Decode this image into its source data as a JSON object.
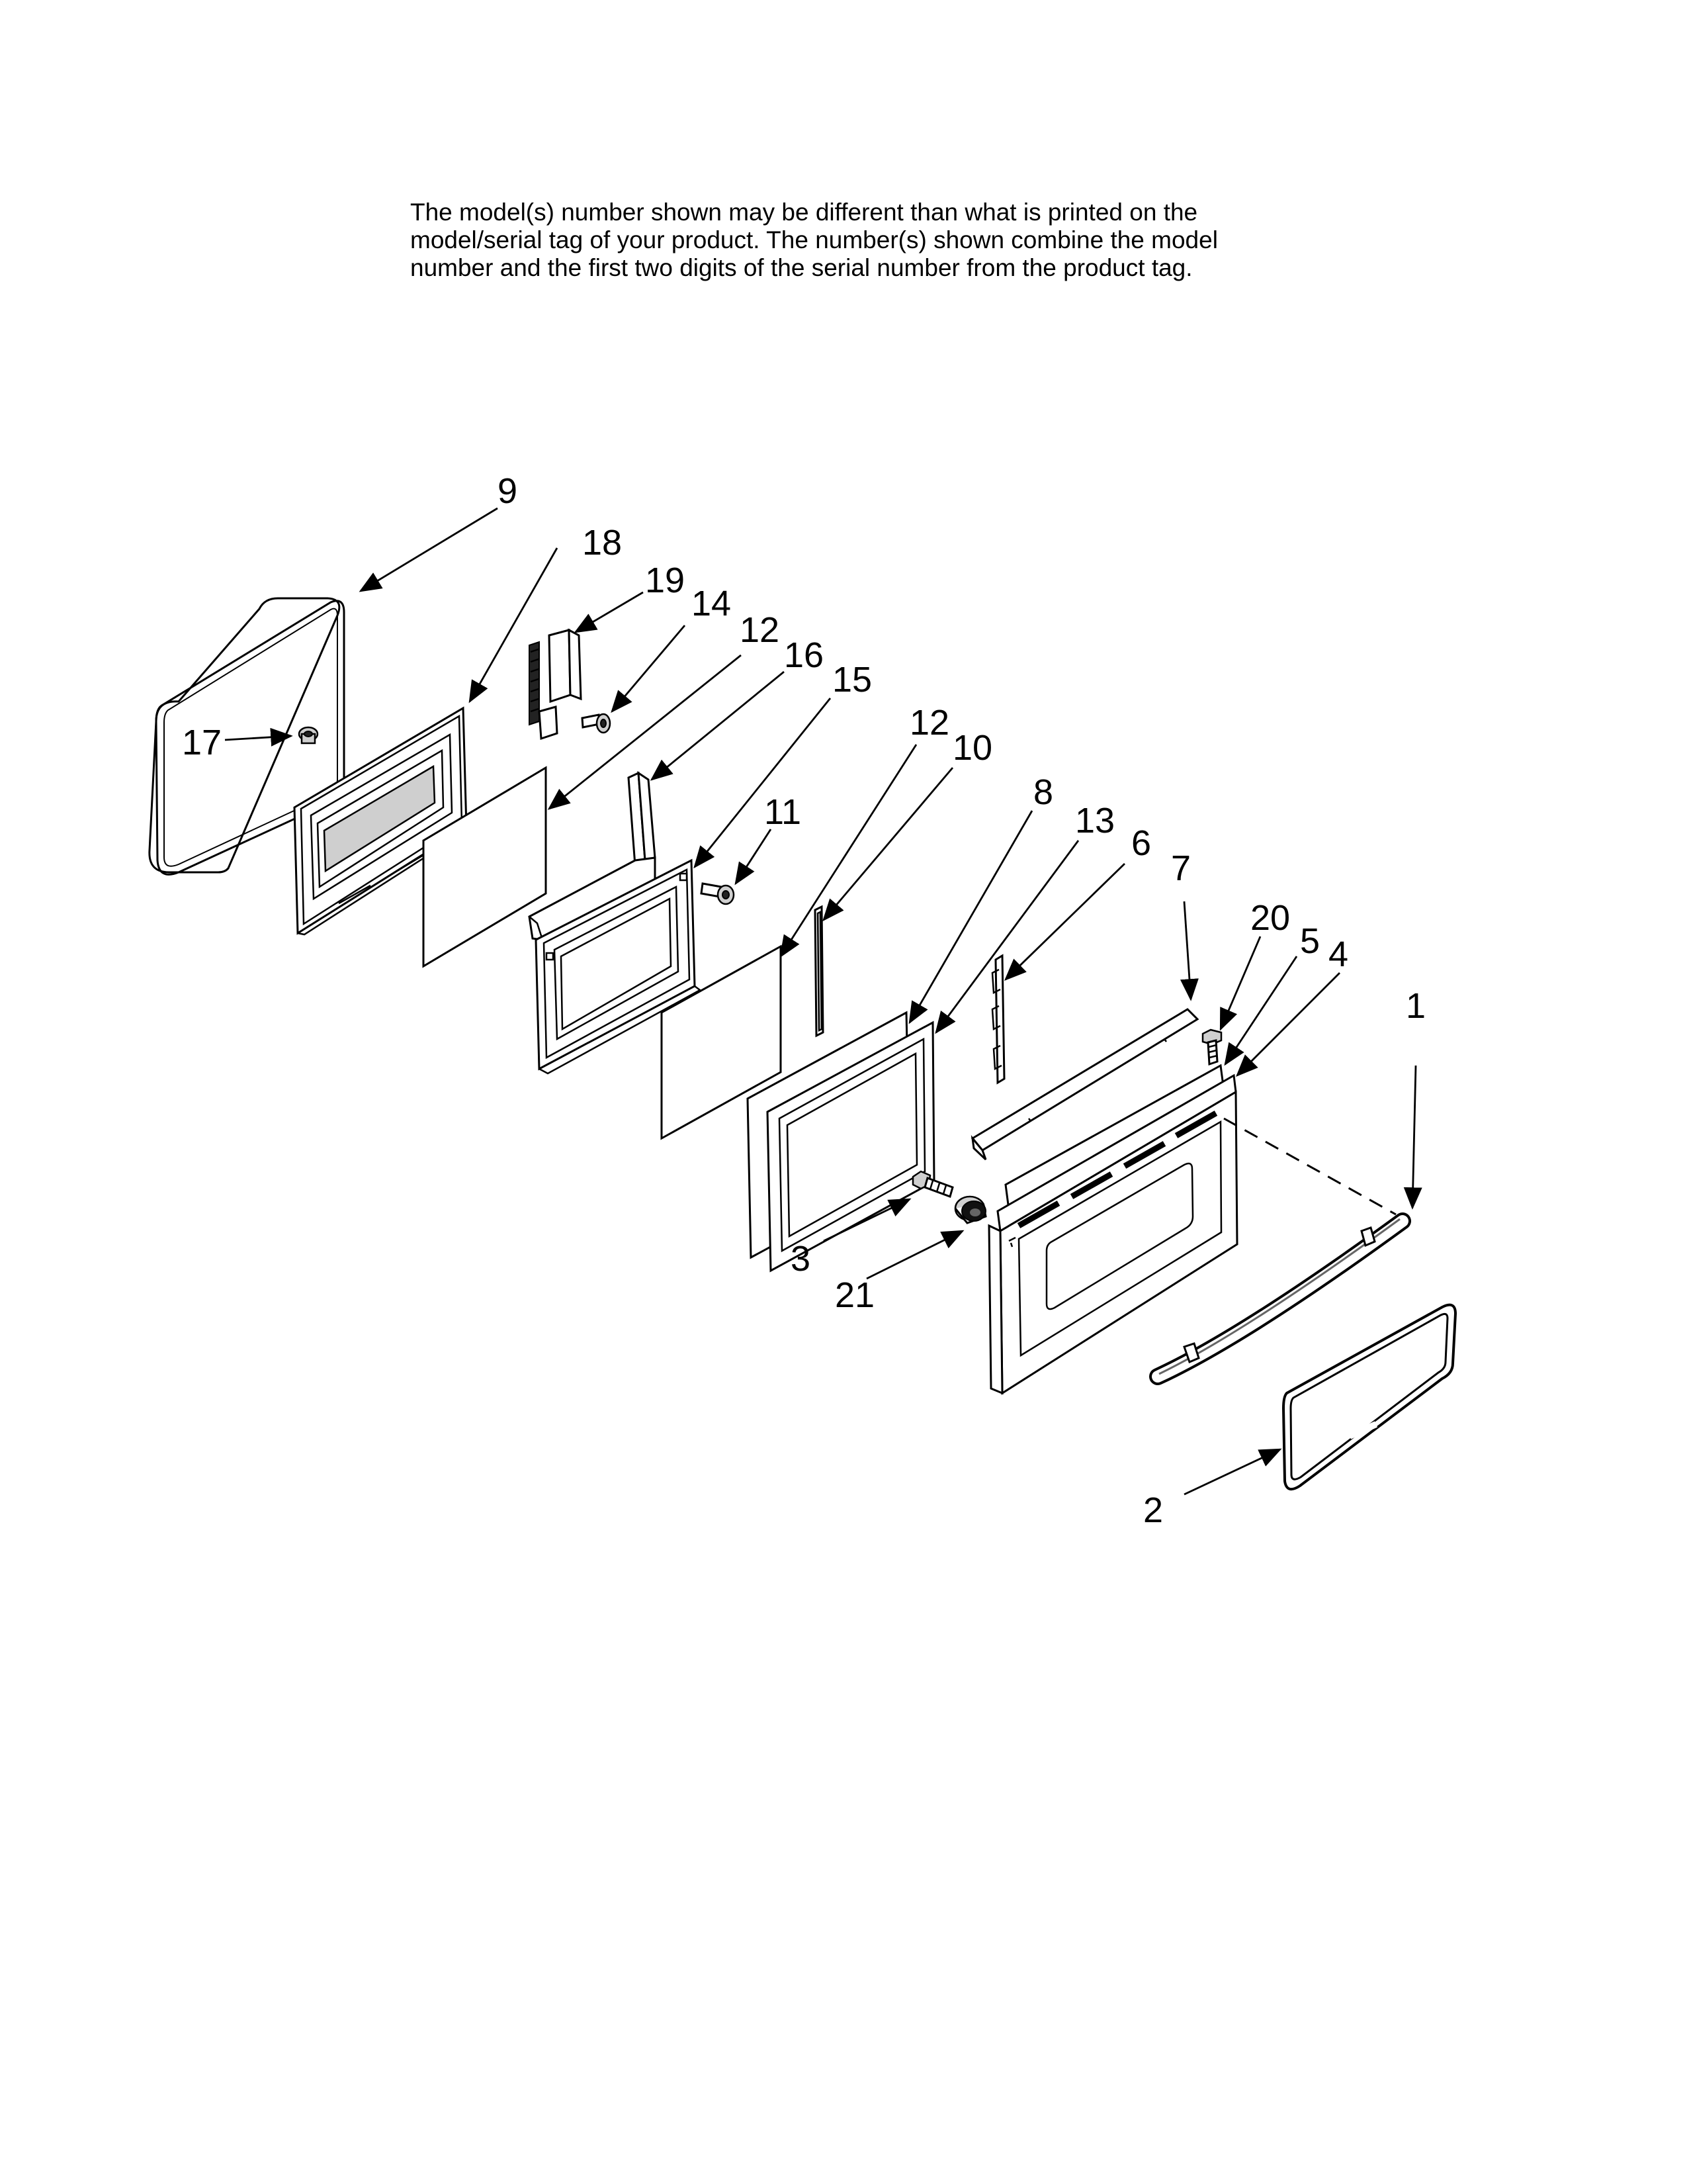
{
  "notice": {
    "line1": "The model(s) number shown may be different than what is printed on the",
    "line2": "model/serial tag of your product. The number(s) shown combine the model",
    "line3": "number and the first two digits of the serial number from the product tag."
  },
  "callouts": {
    "c1": "1",
    "c2": "2",
    "c3": "3",
    "c4": "4",
    "c5": "5",
    "c6": "6",
    "c7": "7",
    "c8": "8",
    "c9": "9",
    "c10": "10",
    "c11": "11",
    "c12a": "12",
    "c12b": "12",
    "c13": "13",
    "c14": "14",
    "c15": "15",
    "c16": "16",
    "c17": "17",
    "c18": "18",
    "c19": "19",
    "c20": "20",
    "c21": "21"
  }
}
